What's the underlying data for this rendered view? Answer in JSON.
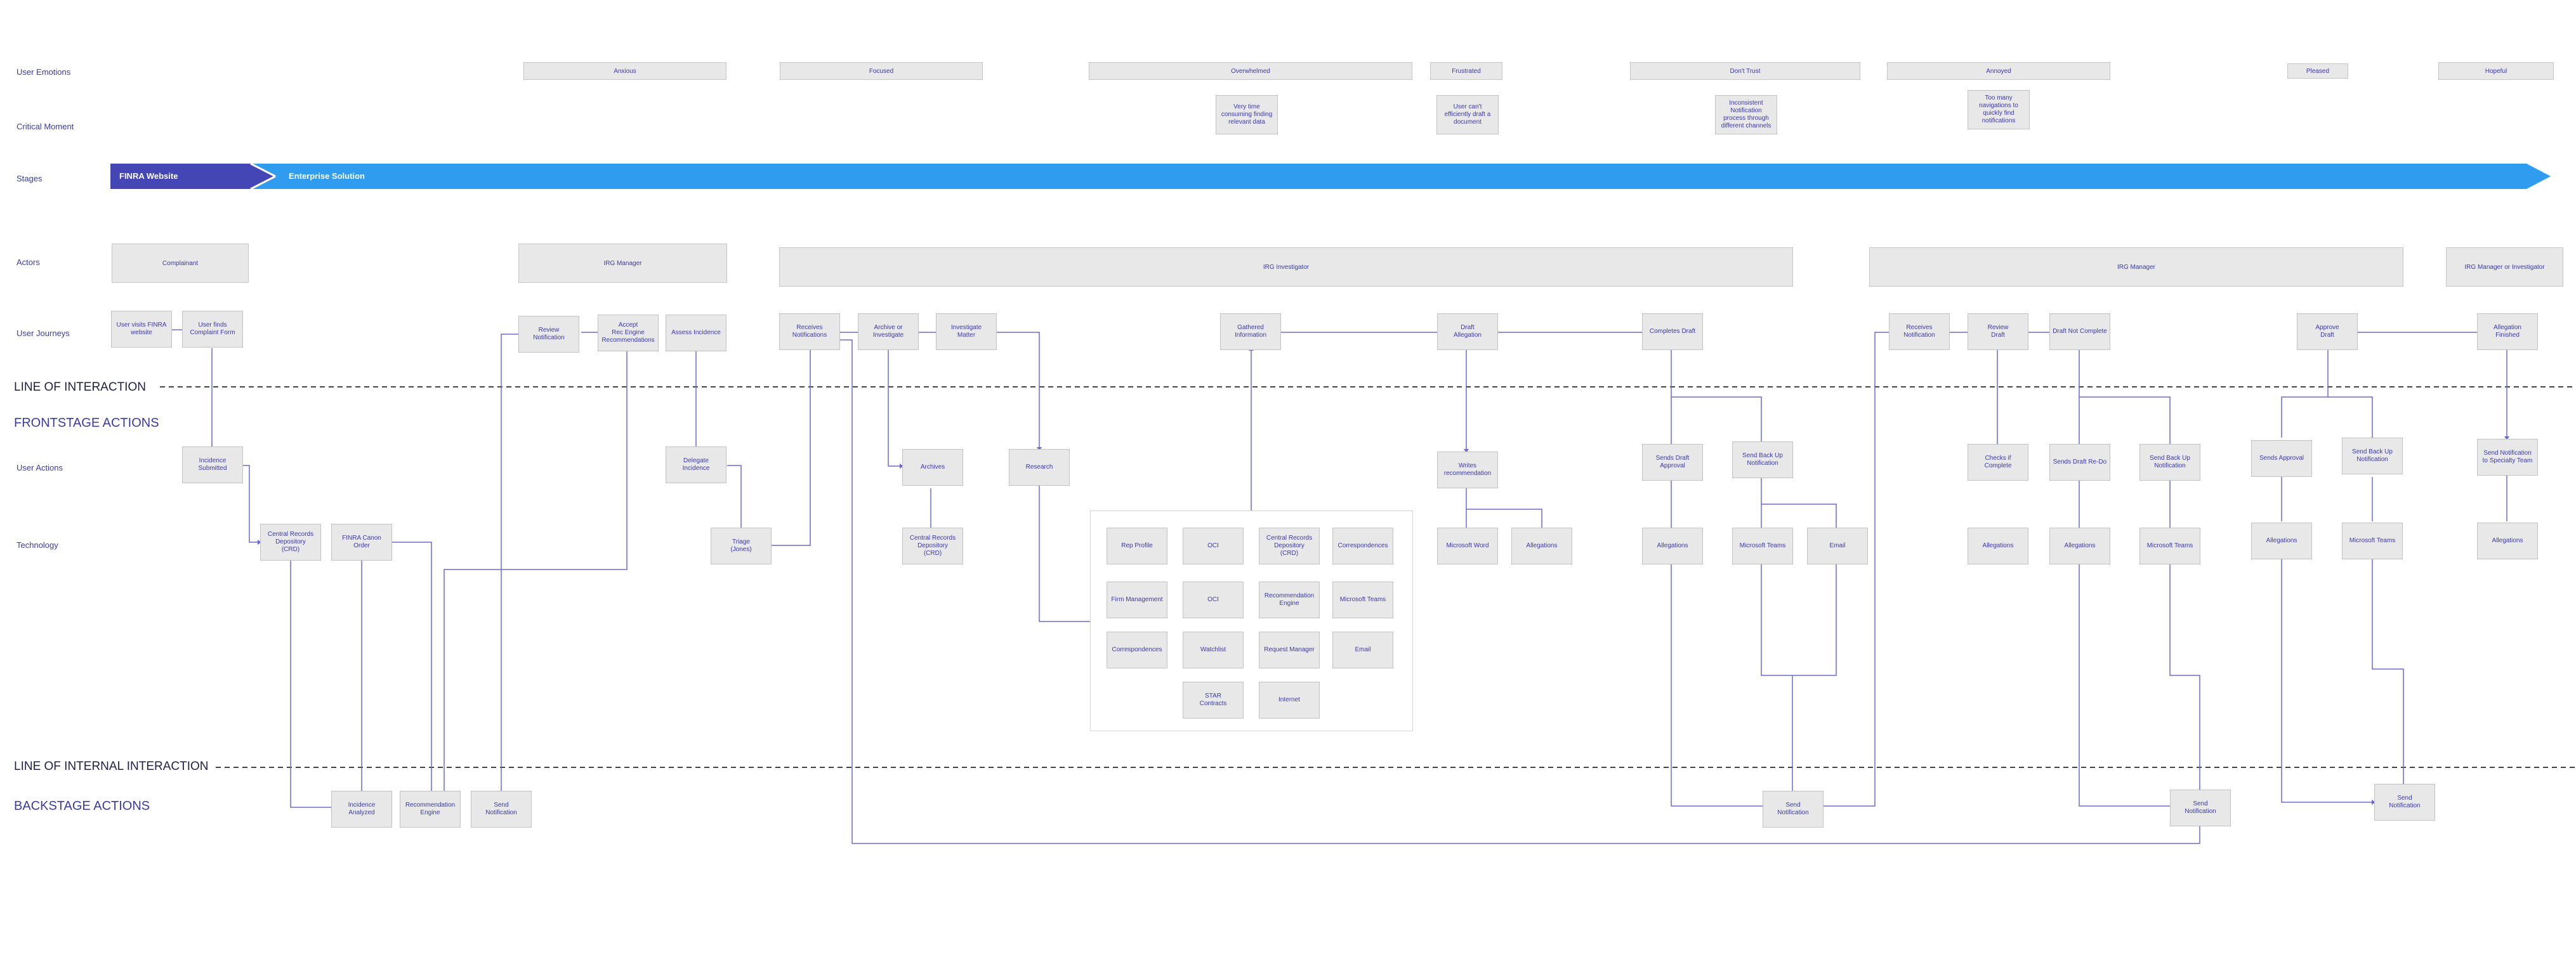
{
  "row_labels": {
    "emotions": "User Emotions",
    "critical": "Critical Moment",
    "stages": "Stages",
    "actors": "Actors",
    "journeys": "User Journeys",
    "user_actions": "User Actions",
    "technology": "Technology"
  },
  "section_titles": {
    "line_interaction": "LINE  OF INTERACTION",
    "frontstage": "FRONTSTAGE ACTIONS",
    "line_internal": "LINE  OF INTERNAL INTERACTION",
    "backstage": "BACKSTAGE ACTIONS"
  },
  "emotions": [
    "Anxious",
    "Focused",
    "Overwhelmed",
    "Frustrated",
    "Don't Trust",
    "Annoyed",
    "Pleased",
    "Hopeful"
  ],
  "critical_moments": [
    "Very time\nconsuming finding\nrelevant data",
    "User can't\nefficiently draft a\ndocument",
    "Inconsistent\nNotification\nprocess through\ndifferent channels",
    "Too many\nnavigations to\nquickly find\nnotifications"
  ],
  "stages": [
    "FINRA Website",
    "Enterprise Solution"
  ],
  "actors": [
    "Complainant",
    "IRG Manager",
    "IRG Investigator",
    "IRG Manager",
    "IRG Manager or Investigator"
  ],
  "journeys": [
    "User visits FINRA\nwebsite",
    "User finds\nComplaint Form",
    "Review\nNotification",
    "Accept\nRec Engine\nRecommendations",
    "Assess Incidence",
    "Receives\nNotifications",
    "Archive or\nInvestigate",
    "Investigate\nMatter",
    "Gathered\nInformation",
    "Draft\nAllegation",
    "Completes Draft",
    "Receives\nNotification",
    "Review\nDraft",
    "Draft Not Complete",
    "Approve\nDraft",
    "Allegation\nFinished"
  ],
  "user_actions": [
    "Incidence\nSubmitted",
    "Delegate\nIncidence",
    "Archives",
    "Research",
    "Writes\nrecommendation",
    "Sends Draft\nApproval",
    "Send Back Up\nNotification",
    "Checks if Complete",
    "Sends Draft Re-Do",
    "Send Back Up\nNotification",
    "Sends Approval",
    "Send Back Up\nNotification",
    "Send Notification\nto Specialty Team"
  ],
  "technology": [
    "Central Records\nDepository\n(CRD)",
    "FINRA Canon Order",
    "Triage\n(Jones)",
    "Central Records\nDepository\n(CRD)",
    "Microsoft Word",
    "Allegations",
    "Allegations",
    "Microsoft Teams",
    "Email",
    "Allegations",
    "Allegations",
    "Microsoft Teams",
    "Allegations",
    "Microsoft Teams",
    "Allegations"
  ],
  "tech_group": [
    "Rep Profile",
    "OCI",
    "Central Records\nDepository\n(CRD)",
    "Correspondences",
    "Firm Management",
    "OCI",
    "Recommendation\nEngine",
    "Microsoft Teams",
    "Correspondences",
    "Watchlist",
    "Request Manager",
    "Email",
    "STAR\nContracts",
    "Internet"
  ],
  "backstage": [
    "Incidence\nAnalyzed",
    "Recommendation\nEngine",
    "Send\nNotification",
    "Send\nNotification",
    "Send\nNotification",
    "Send\nNotification"
  ],
  "colors": {
    "label_text": "#3a3aa8",
    "stage_dark": "#4346b4",
    "stage_light": "#2f9cf0",
    "box_fill": "#e8e8e8",
    "connector": "#6a6ad0"
  }
}
